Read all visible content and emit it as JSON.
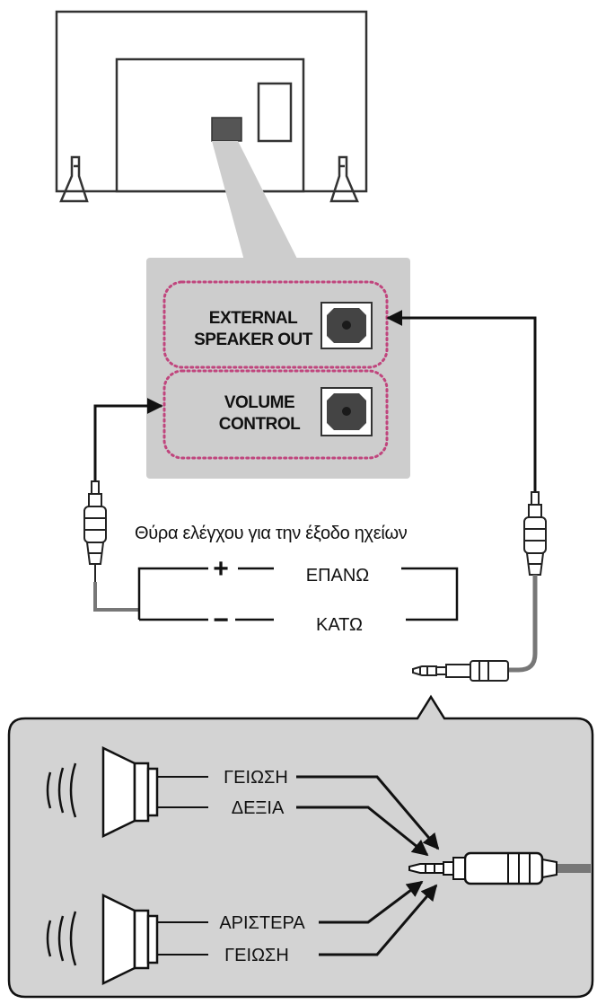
{
  "ports": {
    "external_speaker_out": [
      "EXTERNAL",
      "SPEAKER OUT"
    ],
    "volume_control": [
      "VOLUME",
      "CONTROL"
    ]
  },
  "control": {
    "caption": "Θύρα ελέγχου για την έξοδο ηχείων",
    "plus_symbol": "+",
    "minus_symbol": "−",
    "up_label": "ΕΠΑΝΩ",
    "down_label": "ΚΑΤΩ"
  },
  "speakers": {
    "top": {
      "ground_label": "ΓΕΙΩΣΗ",
      "channel_label": "ΔΕΞΙΑ"
    },
    "bottom": {
      "channel_label": "ΑΡΙΣΤΕΡΑ",
      "ground_label": "ΓΕΙΩΣΗ"
    }
  },
  "colors": {
    "panel_fill": "#cdcdcd",
    "dotted_outline": "#c0457d",
    "port_dark": "#444444",
    "line": "#111111",
    "cable_grey": "#777777"
  }
}
